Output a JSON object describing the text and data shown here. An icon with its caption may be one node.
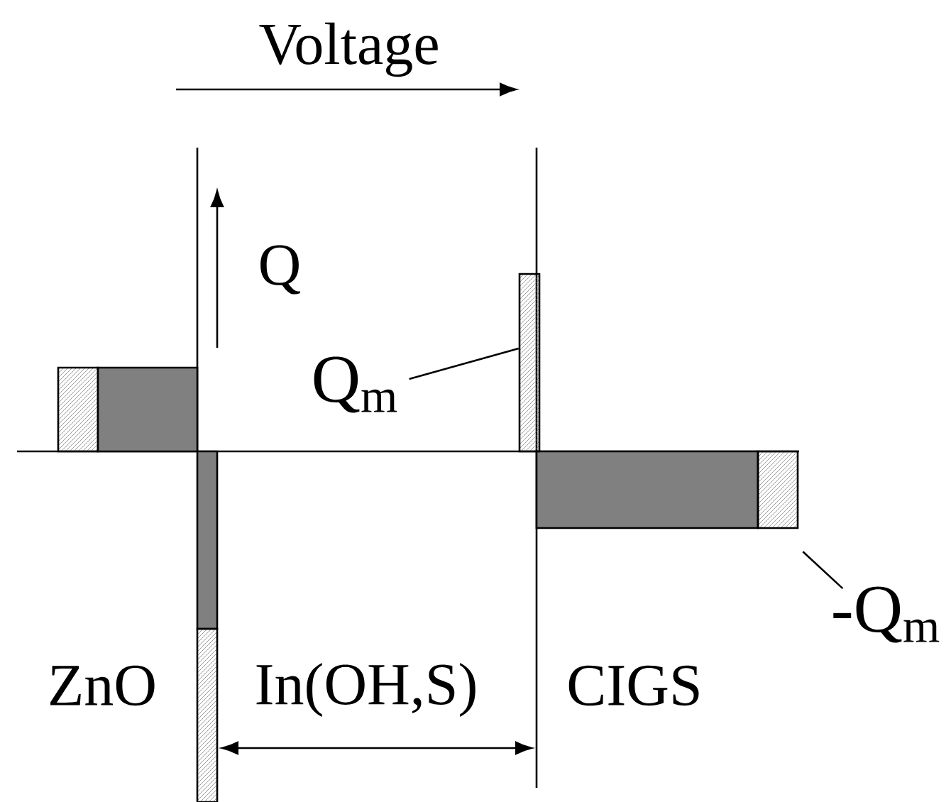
{
  "diagram": {
    "nodes": [
      {
        "text": [
          "Q$_{m}$"
        ]
      },
      {
        "text": [],
        "shape": "bar"
      },
      {
        "text": [
          "-Q$_{m}$"
        ]
      },
      {
        "text": [],
        "shape": "bar"
      }
    ],
    "edges": [
      {
        "from": 0,
        "to": 1,
        "arrow": "none"
      },
      {
        "from": 2,
        "to": 3,
        "arrow": "none"
      }
    ],
    "labels": [
      "Voltage",
      "Q",
      "ZnO",
      "In(OH,S)",
      "CIGS"
    ]
  }
}
